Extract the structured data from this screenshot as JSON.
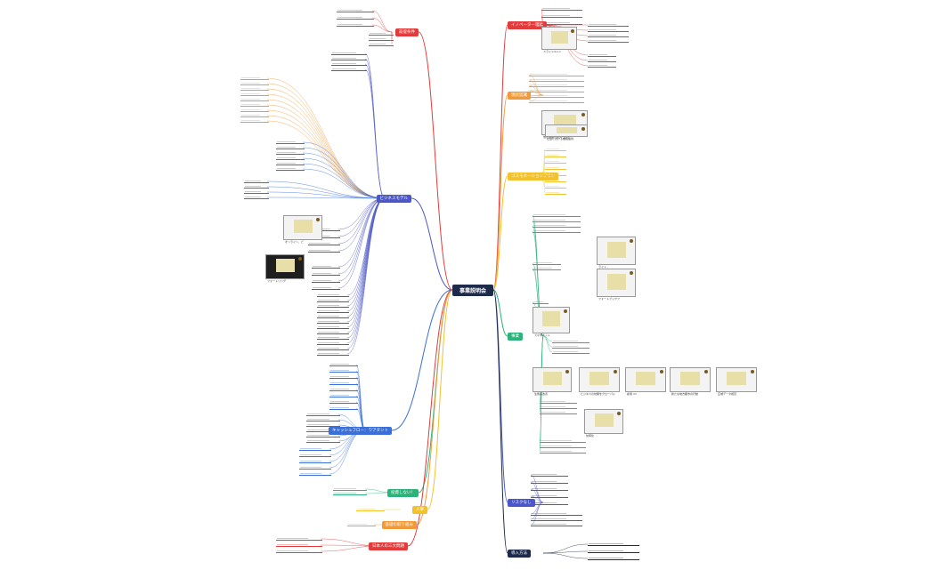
{
  "center": {
    "label": "事業説明会"
  },
  "colors": {
    "red": "#e33b3b",
    "orange": "#f19a3a",
    "yellow": "#f2c12e",
    "green": "#2db37a",
    "blue": "#3b6fd8",
    "indigo": "#4b57c7",
    "navy": "#1d2a4a",
    "purple": "#8a4bc7"
  },
  "branches": [
    {
      "id": "b1",
      "label": "前提条件",
      "color": "red",
      "side": "left"
    },
    {
      "id": "b2",
      "label": "ビジネスモデル",
      "color": "indigo",
      "side": "left"
    },
    {
      "id": "b3",
      "label": "キャッシュフロー：ワアタント",
      "color": "blue",
      "side": "left"
    },
    {
      "id": "b4",
      "label": "投資しない！",
      "color": "green",
      "side": "left"
    },
    {
      "id": "b5",
      "label": "人事",
      "color": "yellow",
      "side": "left"
    },
    {
      "id": "b6",
      "label": "基礎の取り組み",
      "color": "orange",
      "side": "left"
    },
    {
      "id": "b7",
      "label": "日本人の三大問題",
      "color": "red",
      "side": "left"
    },
    {
      "id": "b8",
      "label": "イノベーター理論",
      "color": "red",
      "side": "right"
    },
    {
      "id": "b9",
      "label": "現状認識",
      "color": "orange",
      "side": "right"
    },
    {
      "id": "b10",
      "label": "ゴスモネーションプラン",
      "color": "yellow",
      "side": "right"
    },
    {
      "id": "b11",
      "label": "事業",
      "color": "green",
      "side": "right"
    },
    {
      "id": "b12",
      "label": "リスクなし",
      "color": "indigo",
      "side": "right"
    },
    {
      "id": "b13",
      "label": "導入方法",
      "color": "navy",
      "side": "right"
    }
  ],
  "thumbnails": [
    {
      "caption": "スライド4-1-1"
    },
    {
      "caption": "他の家庭の図入り方法"
    },
    {
      "caption": "社会における書籍提供"
    },
    {
      "caption": "オンライン、ど"
    },
    {
      "caption": "フォートリング"
    },
    {
      "caption": "ライト 、"
    },
    {
      "caption": "フォートブックフ"
    },
    {
      "caption": "スマホネット"
    },
    {
      "caption": "生態系改善"
    },
    {
      "caption": "ビジネスの効果をグローバル"
    },
    {
      "caption": "雇用 ml"
    },
    {
      "caption": "新たな地方都市の行動"
    },
    {
      "caption": "広域データ視覚"
    },
    {
      "caption": "効率化"
    }
  ]
}
